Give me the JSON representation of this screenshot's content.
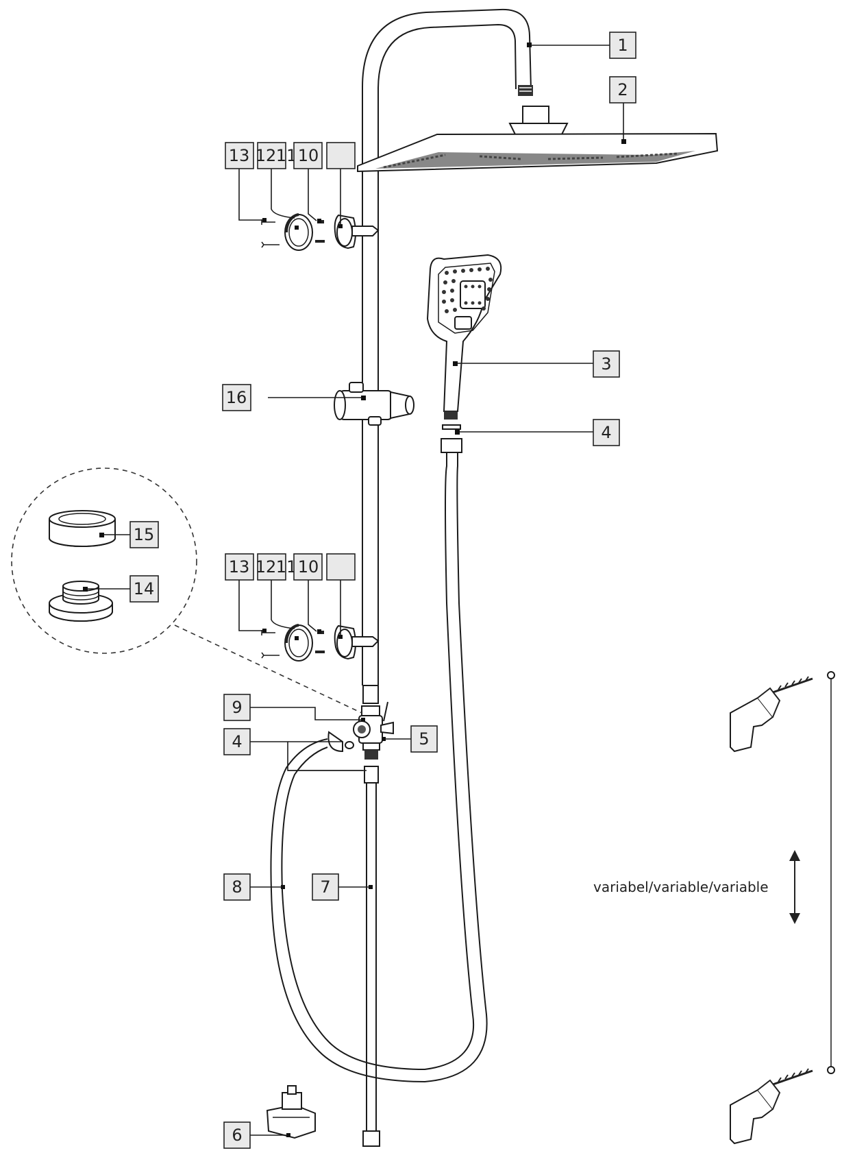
{
  "diagram": {
    "callouts": {
      "c1": "1",
      "c2": "2",
      "c3": "3",
      "c4a": "4",
      "c4b": "4",
      "c5": "5",
      "c6": "6",
      "c7": "7",
      "c8": "8",
      "c9": "9",
      "c10a": "10",
      "c11a": "11",
      "c12a": "12",
      "c13a": "13",
      "c10b": "10",
      "c11b": "11",
      "c12b": "12",
      "c13b": "13",
      "c14": "14",
      "c15": "15",
      "c16": "16"
    },
    "height_note": "variabel/variable/variable"
  }
}
